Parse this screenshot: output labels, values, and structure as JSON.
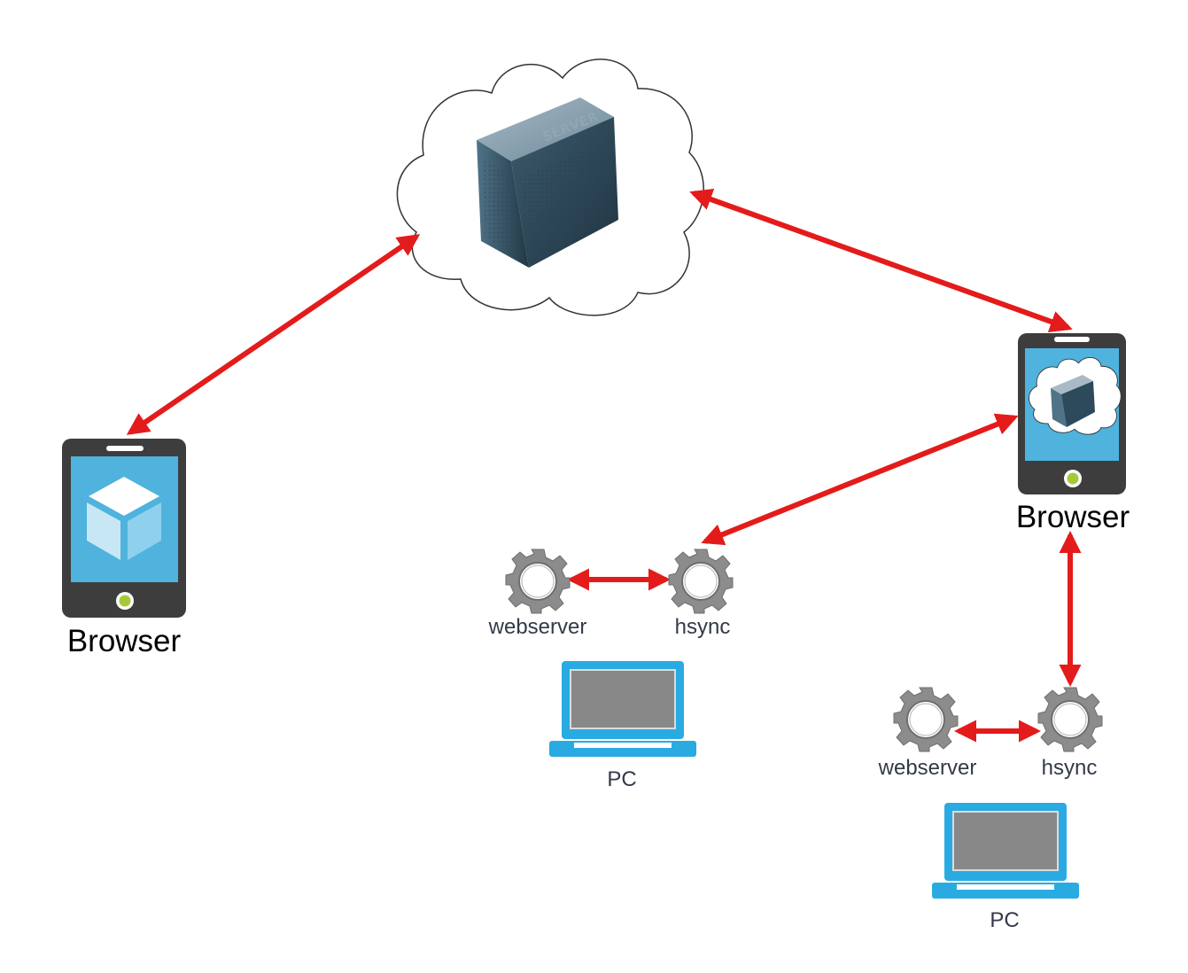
{
  "labels": {
    "left_phone": "Browser",
    "right_phone": "Browser",
    "mid_webserver": "webserver",
    "mid_hsync": "hsync",
    "mid_pc": "PC",
    "bottom_webserver": "webserver",
    "bottom_hsync": "hsync",
    "bottom_pc": "PC"
  },
  "server_text": "SERVER",
  "colors": {
    "arrow": "#e41b1b",
    "phone_body": "#3d3d3d",
    "phone_screen": "#4fb3dd",
    "phone_button": "#a6c93a",
    "laptop": "#29abe2",
    "laptop_screen": "#888888",
    "gear": "#8c8c8c",
    "server": "#3f5f72"
  },
  "icons": [
    "cloud-icon",
    "server-icon",
    "phone-icon",
    "cube-icon",
    "gear-icon",
    "laptop-icon"
  ]
}
